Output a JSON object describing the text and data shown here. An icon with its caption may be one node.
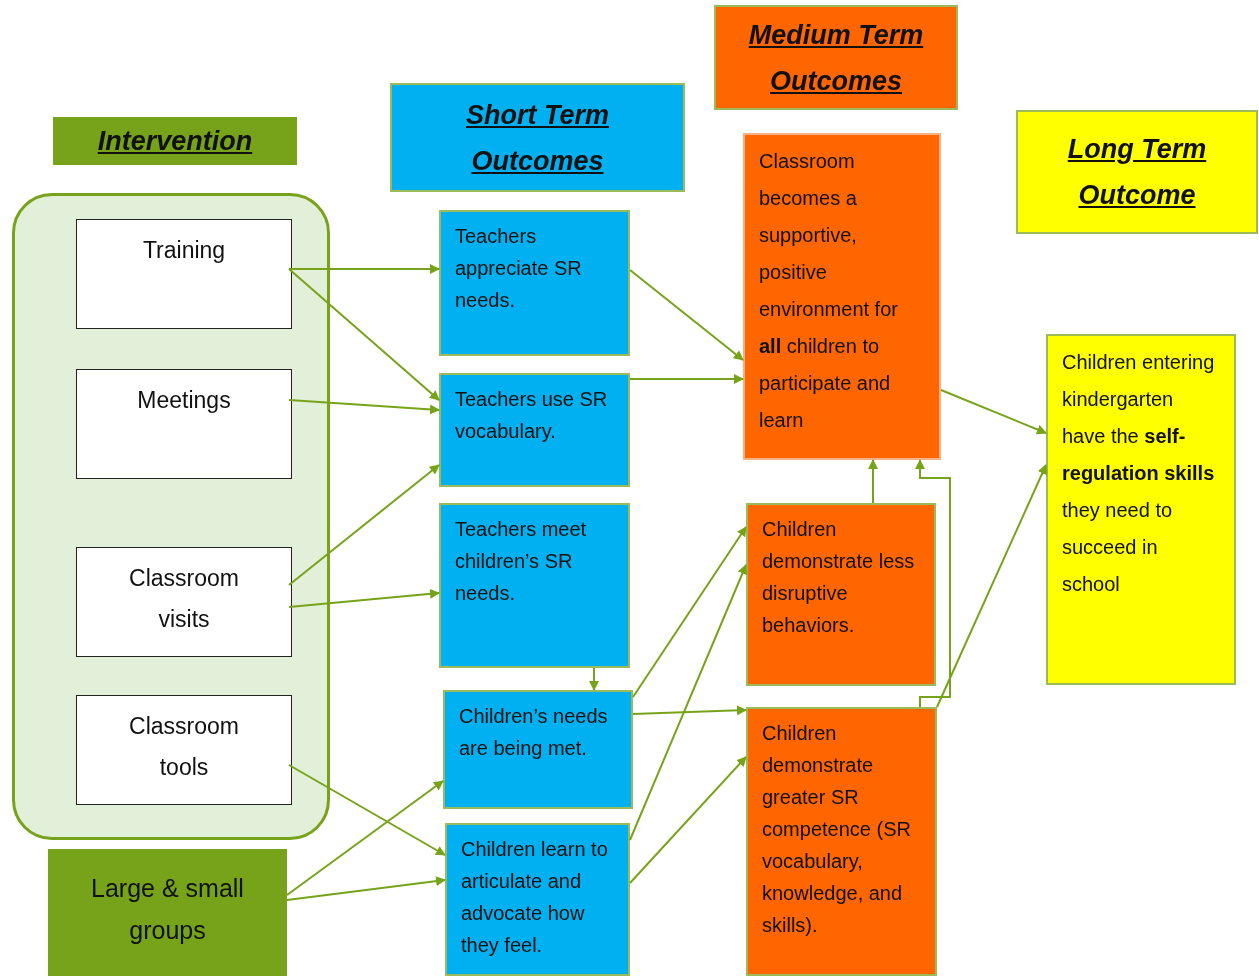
{
  "diagram": {
    "nodes": [
      {
        "text": [
          "Intervention"
        ]
      },
      {
        "text": [],
        "shape": "box"
      },
      {
        "text": [
          "Training"
        ],
        "in": 1
      },
      {
        "text": [
          "Meetings"
        ],
        "in": 1
      },
      {
        "text": [
          "Classroom visits"
        ],
        "in": 1
      },
      {
        "text": [
          "Classroom tools"
        ],
        "in": 1
      },
      {
        "text": [
          "Large & small groups"
        ]
      },
      {
        "text": [
          "Short Term Outcomes"
        ]
      },
      {
        "text": [
          "Teachers appreciate SR needs."
        ]
      },
      {
        "text": [
          "Teachers use SR vocabulary."
        ]
      },
      {
        "text": [
          "Teachers meet children’s SR needs."
        ]
      },
      {
        "text": [
          "Children’s needs are being met."
        ]
      },
      {
        "text": [
          "Children learn to articulate and advocate how they feel."
        ]
      },
      {
        "text": [
          "Medium Term Outcomes"
        ]
      },
      {
        "text": [
          "Classroom becomes a supportive, positive environment for **all** children to participate and learn"
        ]
      },
      {
        "text": [
          "Children demonstrate less disruptive behaviors."
        ]
      },
      {
        "text": [
          "Children demonstrate greater SR competence (SR vocabulary, knowledge, and skills)."
        ]
      },
      {
        "text": [
          "Long Term Outcome"
        ]
      },
      {
        "text": [
          "Children entering kindergarten have the **self-regulation skills** they need to succeed in school"
        ]
      }
    ],
    "edges": [
      {
        "from": 2,
        "to": 8,
        "arrow": "to"
      },
      {
        "from": 2,
        "to": 9,
        "arrow": "to"
      },
      {
        "from": 3,
        "to": 9,
        "arrow": "to"
      },
      {
        "from": 4,
        "to": 9,
        "arrow": "to"
      },
      {
        "from": 4,
        "to": 10,
        "arrow": "to"
      },
      {
        "from": 5,
        "to": 12,
        "arrow": "to"
      },
      {
        "from": 6,
        "to": 11,
        "arrow": "to"
      },
      {
        "from": 6,
        "to": 12,
        "arrow": "to"
      },
      {
        "from": 10,
        "to": 11,
        "arrow": "to"
      },
      {
        "from": 8,
        "to": 14,
        "arrow": "to"
      },
      {
        "from": 9,
        "to": 14,
        "arrow": "to"
      },
      {
        "from": 11,
        "to": 15,
        "arrow": "to"
      },
      {
        "from": 12,
        "to": 15,
        "arrow": "to"
      },
      {
        "from": 11,
        "to": 16,
        "arrow": "to"
      },
      {
        "from": 12,
        "to": 16,
        "arrow": "to"
      },
      {
        "from": 15,
        "to": 14,
        "arrow": "to"
      },
      {
        "from": 16,
        "to": 14,
        "arrow": "to"
      },
      {
        "from": 14,
        "to": 18,
        "arrow": "to"
      },
      {
        "from": 16,
        "to": 18,
        "arrow": "to"
      }
    ]
  }
}
